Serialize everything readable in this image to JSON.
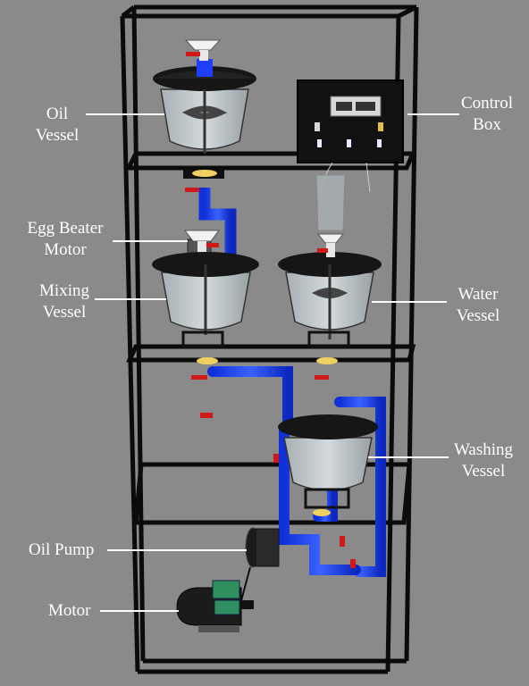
{
  "labels": {
    "oil_vessel": [
      "Oil",
      "Vessel"
    ],
    "control_box": [
      "Control",
      "Box"
    ],
    "egg_beater_motor": [
      "Egg Beater",
      "Motor"
    ],
    "mixing_vessel": [
      "Mixing",
      "Vessel"
    ],
    "water_vessel": [
      "Water",
      "Vessel"
    ],
    "washing_vessel": [
      "Washing",
      "Vessel"
    ],
    "oil_pump": "Oil Pump",
    "motor": "Motor"
  },
  "colors": {
    "background": "#8a8a8a",
    "frame": "#0b0b0b",
    "pipe": "#1f3fff",
    "valve": "#d01818",
    "vessel_lid": "#161616",
    "vessel_glass": "#b9c2c6",
    "control_box": "#111111",
    "motor_coil": "#2f8f5f",
    "label_text": "#ffffff"
  }
}
